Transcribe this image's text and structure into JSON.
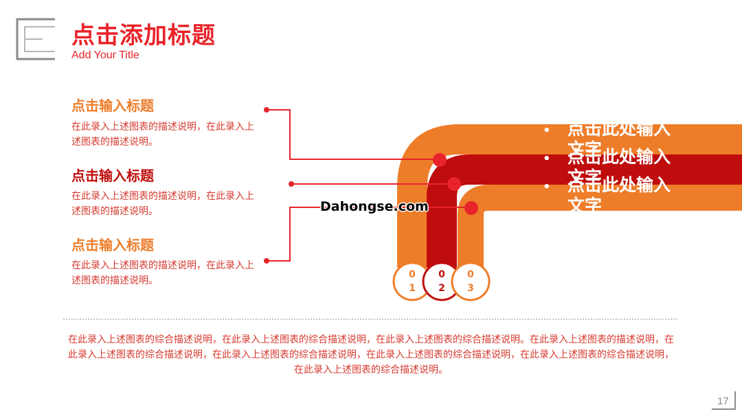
{
  "header": {
    "title": "点击添加标题",
    "subtitle": "Add Your Title"
  },
  "items": [
    {
      "number_top": "0",
      "number_bottom": "1",
      "heading": "点击输入标题",
      "description": "在此录入上述图表的描述说明，在此录入上述图表的描述说明。",
      "color": "#ee7d2a"
    },
    {
      "number_top": "0",
      "number_bottom": "2",
      "heading": "点击输入标题",
      "description": "在此录入上述图表的描述说明，在此录入上述图表的描述说明。",
      "color": "#bf0d0d"
    },
    {
      "number_top": "0",
      "number_bottom": "3",
      "heading": "点击输入标题",
      "description": "在此录入上述图表的描述说明，在此录入上述图表的描述说明。",
      "color": "#ee7d2a"
    }
  ],
  "bullets": [
    {
      "line1": "点击此处输入",
      "line2": "文字"
    },
    {
      "line1": "点击此处输入",
      "line2": "文字"
    },
    {
      "line1": "点击此处输入",
      "line2": "文字"
    }
  ],
  "bullet_glyph": "•",
  "watermark": "Dahongse.com",
  "summary": "在此录入上述图表的综合描述说明，在此录入上述图表的综合描述说明，在此录入上述图表的综合描述说明。在此录入上述图表的描述说明，在此录入上述图表的综合描述说明，在此录入上述图表的综合描述说明，在此录入上述图表的综合描述说明，在此录入上述图表的综合描述说明，在此录入上述图表的综合描述说明。",
  "page_number": "17",
  "colors": {
    "accent_red": "#e8242a",
    "orange": "#ee7d2a",
    "dark_red": "#bf0d0d",
    "connector_red": "#e8242a"
  }
}
